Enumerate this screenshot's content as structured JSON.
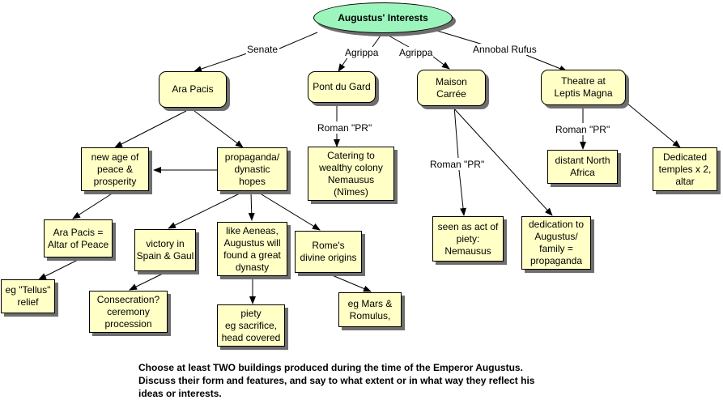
{
  "map": {
    "root": "Augustus' Interests",
    "nodes": {
      "ara_pacis": "Ara Pacis",
      "pont_du_gard": "Pont du Gard",
      "maison_carree": "Maison\nCarrée",
      "theatre": "Theatre at\nLeptis Magna",
      "new_age": "new age of\npeace &\nprosperity",
      "propaganda": "propaganda/\ndynastic\nhopes",
      "catering": "Catering to\nwealthy colony\nNemausus\n(Nîmes)",
      "distant": "distant North\nAfrica",
      "dedicated": "Dedicated\ntemples x 2,\naltar",
      "altar_peace": "Ara Pacis =\nAltar of Peace",
      "victory": "victory in\nSpain & Gaul",
      "aeneas": "like Aeneas,\nAugustus will\nfound a great\ndynasty",
      "romes": "Rome's\ndivine origins",
      "piety_act": "seen as act of\npiety:\nNemausus",
      "dedication": "dedication to\nAugustus/\nfamily =\npropaganda",
      "tellus": "eg \"Tellus\"\nrelief",
      "consecration": "Consecration?\nceremony\nprocession",
      "piety_sacrifice": "piety\neg sacrifice,\nhead covered",
      "mars": "eg Mars &\nRomulus,"
    },
    "edge_labels": {
      "senate": "Senate",
      "agrippa1": "Agrippa",
      "agrippa2": "Agrippa",
      "annobal": "Annobal Rufus",
      "roman_pr1": "Roman \"PR\"",
      "roman_pr2": "Roman \"PR\"",
      "roman_pr3": "Roman \"PR\""
    }
  },
  "footer": {
    "line1": "Choose at least TWO buildings produced during the time of the Emperor Augustus.",
    "line2": "Discuss their form and features, and say to what extent or in what way they reflect his",
    "line3": "ideas or interests."
  },
  "colors": {
    "node_fill": "#ffffc6",
    "root_fill": "#9cf5bc",
    "shadow": "#6e6e6e"
  }
}
